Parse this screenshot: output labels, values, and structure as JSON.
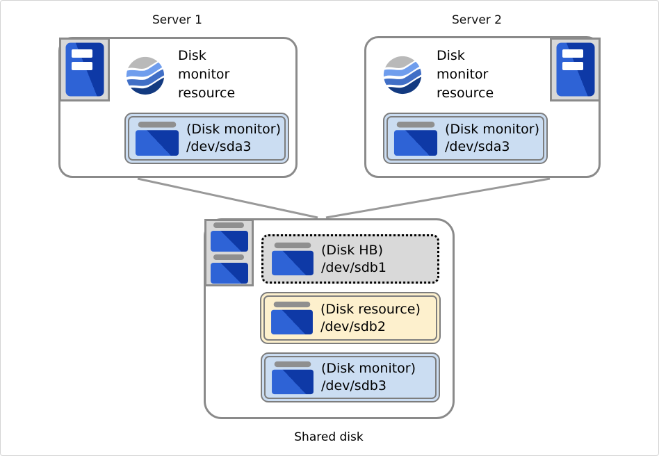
{
  "server1": {
    "title": "Server 1",
    "resource_text": "Disk\nmonitor\nresource",
    "monitor": {
      "type": "(Disk monitor)",
      "device": "/dev/sda3"
    }
  },
  "server2": {
    "title": "Server 2",
    "resource_text": "Disk\nmonitor\nresource",
    "monitor": {
      "type": "(Disk monitor)",
      "device": "/dev/sda3"
    }
  },
  "shared_disk": {
    "label": "Shared disk",
    "hb": {
      "type": "(Disk HB)",
      "device": "/dev/sdb1"
    },
    "resource": {
      "type": "(Disk resource)",
      "device": "/dev/sdb2"
    },
    "monitor": {
      "type": "(Disk monitor)",
      "device": "/dev/sdb3"
    }
  },
  "colors": {
    "box_border": "#8a8a8a",
    "connector": "#999999",
    "fill_light_blue": "#cbddf2",
    "fill_cream": "#fdf0cd",
    "fill_gray": "#d9d9d9",
    "disk_blue_light": "#2e63d6",
    "disk_blue_dark": "#0e39a6",
    "swirl_gray": "#b9b9b9",
    "swirl_light_blue": "#6f9ded",
    "swirl_mid_blue": "#416fc6",
    "swirl_navy": "#133a80"
  },
  "icons": {
    "server_tower": "server-tower-icon",
    "monitor_resource": "disk-monitor-resource-icon",
    "disk_partition": "disk-partition-icon",
    "shared_disk": "shared-disk-icon"
  }
}
